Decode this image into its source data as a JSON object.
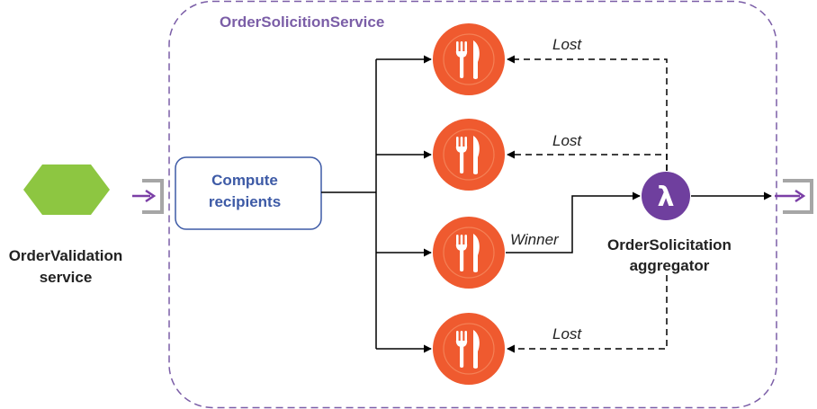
{
  "service_boundary": {
    "title": "OrderSolicitionService"
  },
  "source": {
    "label_line1": "OrderValidation",
    "label_line2": "service"
  },
  "compute": {
    "label_line1": "Compute",
    "label_line2": "recipients"
  },
  "restaurants": [
    {
      "icon": "fork-knife-icon"
    },
    {
      "icon": "fork-knife-icon"
    },
    {
      "icon": "fork-knife-icon"
    },
    {
      "icon": "fork-knife-icon"
    }
  ],
  "responses": {
    "lost_1": "Lost",
    "lost_2": "Lost",
    "winner": "Winner",
    "lost_4": "Lost"
  },
  "aggregator": {
    "icon": "lambda-icon",
    "symbol": "λ",
    "label_line1": "OrderSolicitation",
    "label_line2": "aggregator"
  },
  "colors": {
    "boundary": "#7b5ea7",
    "title": "#7b5ea7",
    "compute_border": "#3d5aa6",
    "compute_text": "#3d5aa6",
    "source_fill": "#8dc641",
    "restaurant_fill": "#ef5a2f",
    "lambda_fill": "#6f3f9e",
    "port_arrow": "#7b3fa6",
    "port_bracket": "#a6a6a6",
    "line": "#000000"
  }
}
